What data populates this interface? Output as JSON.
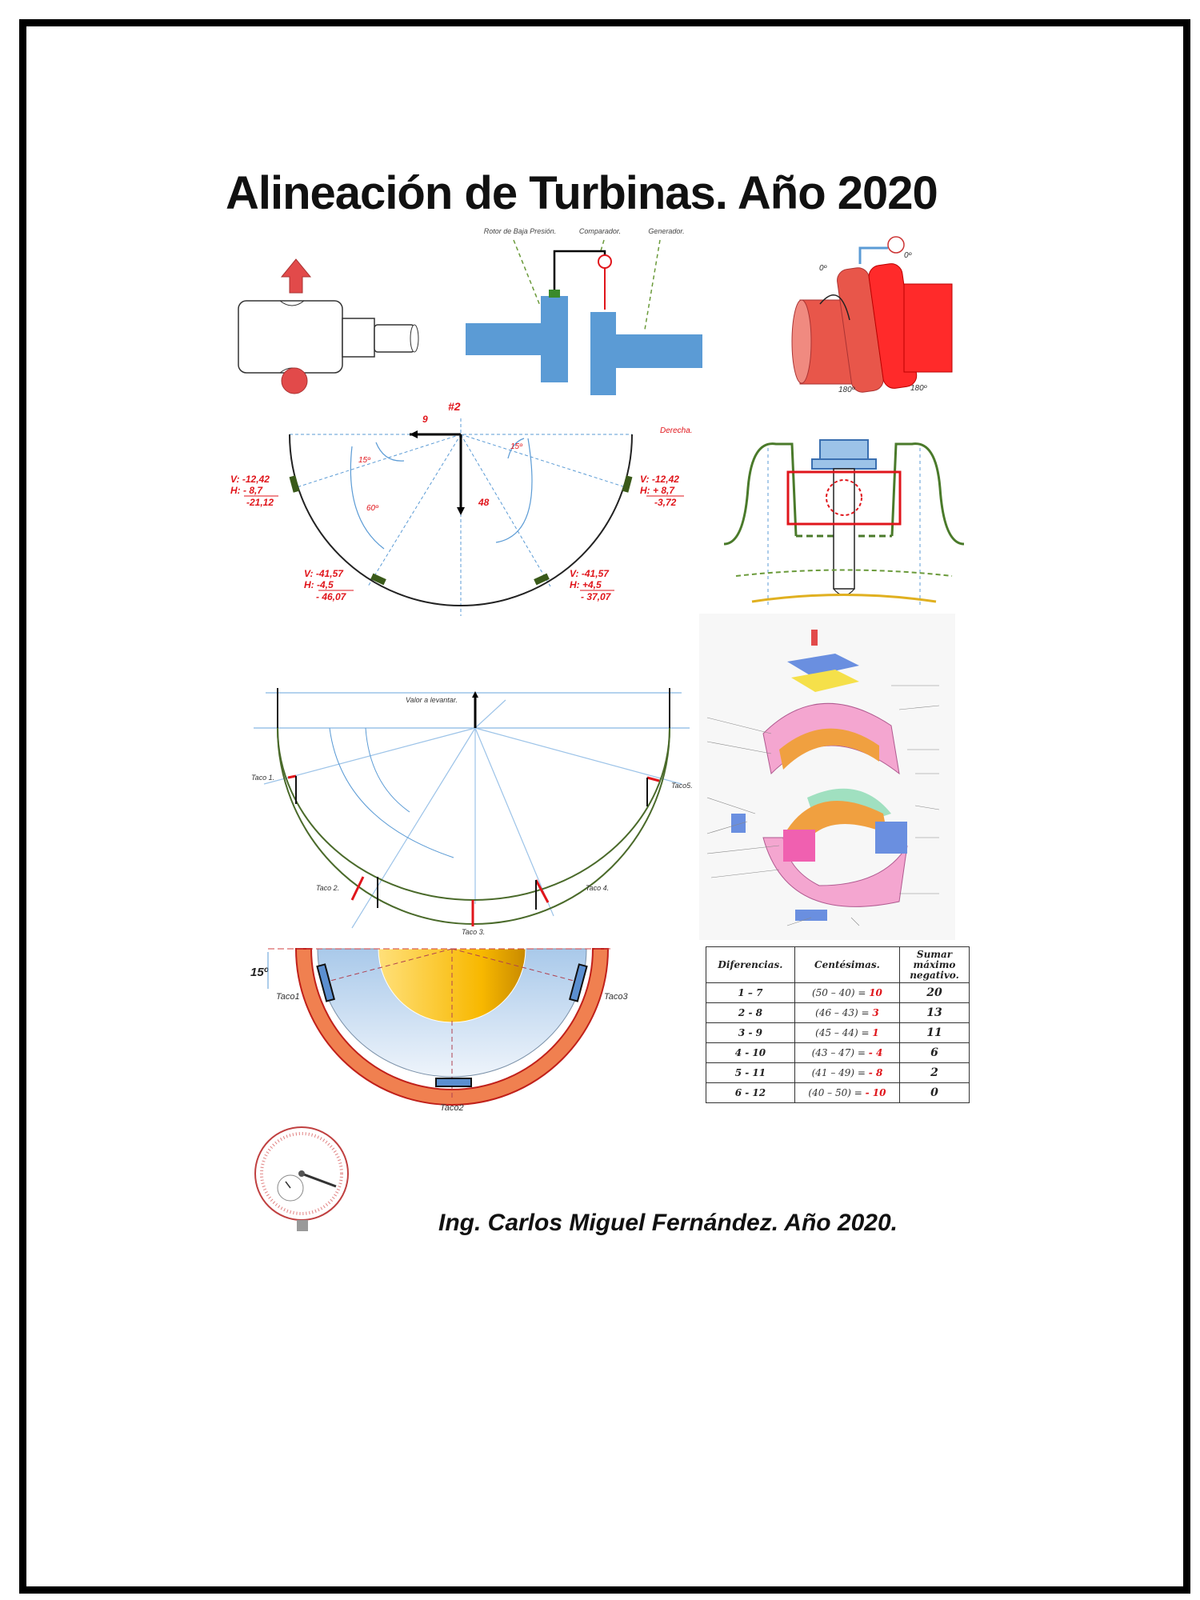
{
  "title": "Alineación de Turbinas.  Año 2020",
  "coupling_diagram": {
    "labels": [
      "Rotor de Baja Presión.",
      "Comparador.",
      "Generador."
    ]
  },
  "coupling_3d": {
    "angle_top": "0º",
    "angle_bottom": "180º"
  },
  "readings_diagram": {
    "top_label": "#2",
    "left_arrow_value": "9",
    "down_arrow_value": "48",
    "side_label": "Derecha.",
    "angles": [
      "15º",
      "60º",
      "15º"
    ],
    "points": [
      {
        "v": "V: -12,42",
        "h": "H: - 8,7",
        "total": "-21,12"
      },
      {
        "v": "V: -12,42",
        "h": "H: + 8,7",
        "total": "-3,72"
      },
      {
        "v": "V: -41,57",
        "h": "H: -4,5",
        "total": "- 46,07"
      },
      {
        "v": "V: -41,57",
        "h": "H: +4,5",
        "total": "- 37,07"
      }
    ]
  },
  "taco_diagram": {
    "lift_label": "Valor a levantar.",
    "tacos": [
      "Taco 1.",
      "Taco 2.",
      "Taco 3.",
      "Taco 4.",
      "Taco5."
    ]
  },
  "bearing_section": {
    "angle": "15º",
    "tacos": [
      "Taco1",
      "Taco2",
      "Taco3"
    ]
  },
  "table": {
    "headers": [
      "Diferencias.",
      "Centésimas.",
      "Sumar máximo negativo."
    ],
    "rows": [
      {
        "pair": "1 – 7",
        "calc": "(50 – 40) = ",
        "result": "10",
        "max": "20"
      },
      {
        "pair": "2 - 8",
        "calc": "(46 – 43) = ",
        "result": "3",
        "max": "13"
      },
      {
        "pair": "3 - 9",
        "calc": "(45 – 44) = ",
        "result": "1",
        "max": "11"
      },
      {
        "pair": "4 - 10",
        "calc": "(43 – 47) = ",
        "result": "- 4",
        "max": "6"
      },
      {
        "pair": "5 - 11",
        "calc": "(41 – 49) = ",
        "result": "- 8",
        "max": "2"
      },
      {
        "pair": "6 - 12",
        "calc": "(40 – 50) = ",
        "result": "- 10",
        "max": "0"
      }
    ]
  },
  "footer": "Ing. Carlos Miguel Fernández. Año 2020.",
  "colors": {
    "red": "#e0151b",
    "blue": "#5b9bd5",
    "green": "#4a7a2a"
  }
}
